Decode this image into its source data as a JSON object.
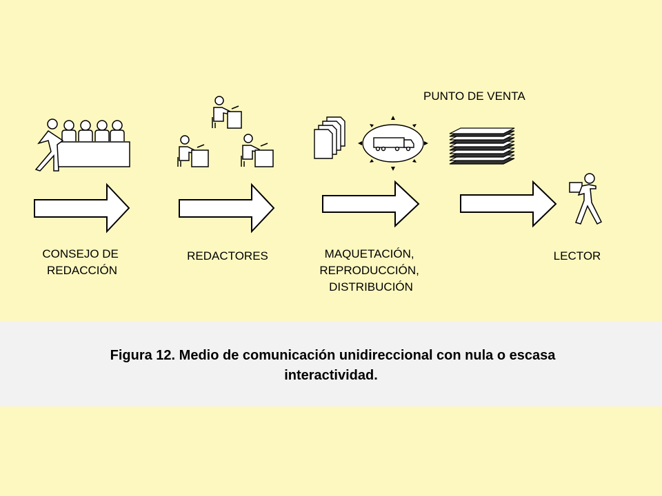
{
  "diagram": {
    "punto_de_venta": "PUNTO DE VENTA",
    "stages": [
      {
        "lines": [
          "CONSEJO DE",
          "REDACCIÓN"
        ]
      },
      {
        "lines": [
          "REDACTORES"
        ]
      },
      {
        "lines": [
          "MAQUETACIÓN,",
          "REPRODUCCIÓN,",
          "DISTRIBUCIÓN"
        ]
      },
      {
        "lines": [
          "LECTOR"
        ]
      }
    ]
  },
  "caption": {
    "line1": "Figura 12. Medio de comunicación unidireccional con nula o escasa",
    "line2": "interactividad."
  },
  "colors": {
    "background": "#fdf8c0",
    "caption_band": "#f2f2f2",
    "stroke": "#000000",
    "fill": "#ffffff"
  }
}
